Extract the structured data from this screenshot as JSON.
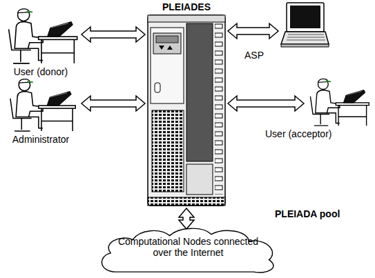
{
  "diagram": {
    "nodes": [
      {
        "text": [
          "PLEIADES"
        ]
      },
      {
        "text": [
          "User (donor)"
        ]
      },
      {
        "text": [
          "ASP"
        ]
      },
      {
        "text": [
          "Administrator"
        ]
      },
      {
        "text": [
          "User (acceptor)"
        ]
      },
      {
        "text": [
          "PLEIADA pool",
          "Computational Nodes connected over the Internet"
        ]
      }
    ],
    "edges": [
      {
        "from": 1,
        "to": 0,
        "arrow": "both"
      },
      {
        "from": 0,
        "to": 2,
        "arrow": "both"
      },
      {
        "from": 3,
        "to": 0,
        "arrow": "both"
      },
      {
        "from": 0,
        "to": 4,
        "arrow": "both"
      },
      {
        "from": 0,
        "to": 5,
        "arrow": "both"
      }
    ]
  }
}
